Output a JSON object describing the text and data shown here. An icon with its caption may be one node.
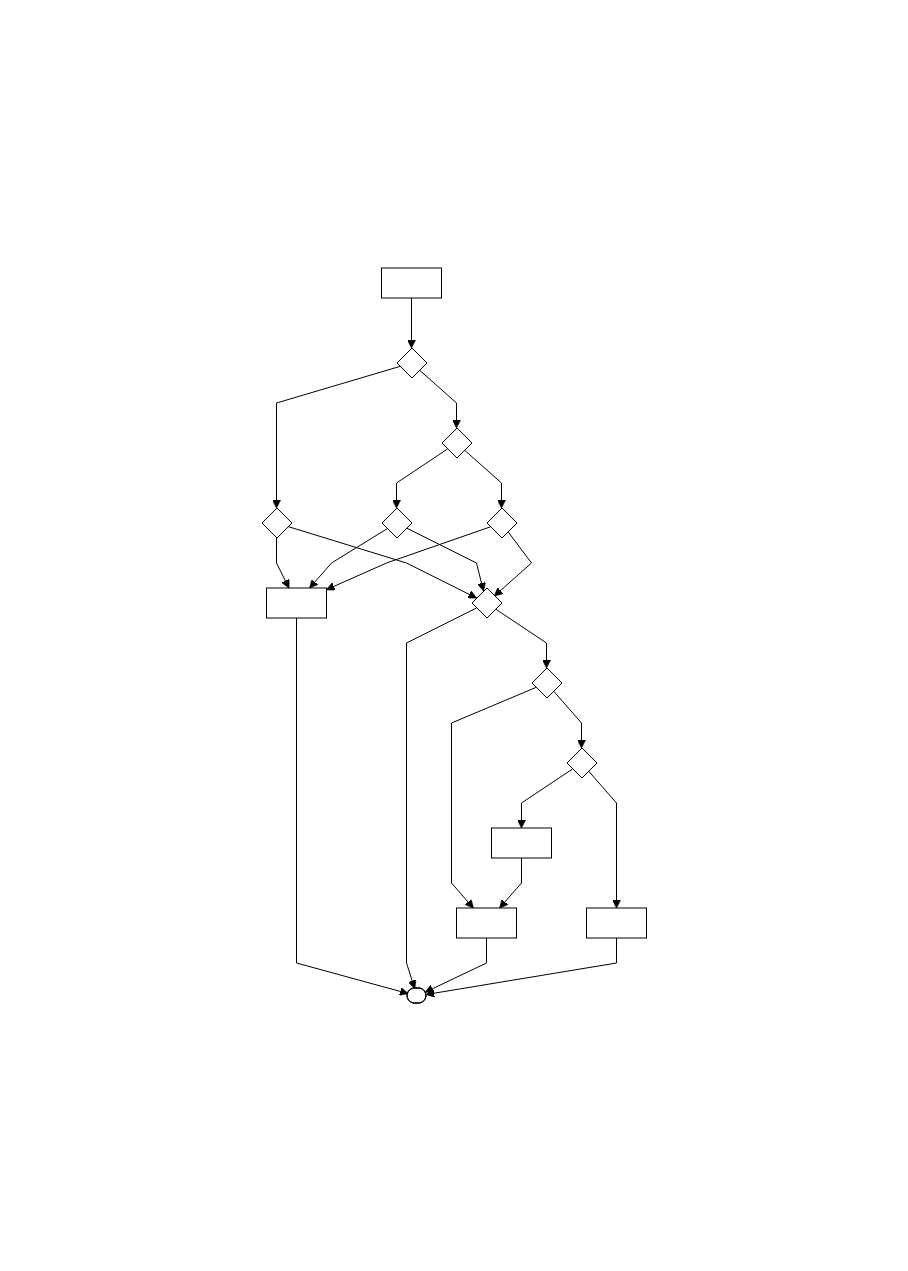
{
  "diagram": {
    "nodes": [
      {
        "text": [],
        "shape": "box"
      },
      {
        "text": [],
        "shape": "diamond"
      },
      {
        "text": [],
        "shape": "diamond"
      },
      {
        "text": [],
        "shape": "box"
      },
      {
        "text": [],
        "shape": "diamond"
      },
      {
        "text": [],
        "shape": "diamond"
      },
      {
        "text": [],
        "shape": "diamond"
      },
      {
        "text": [],
        "shape": "ellipse"
      },
      {
        "text": [],
        "shape": "diamond"
      },
      {
        "text": [],
        "shape": "diamond"
      },
      {
        "text": [],
        "shape": "box"
      },
      {
        "text": [],
        "shape": "diamond"
      },
      {
        "text": [],
        "shape": "box"
      },
      {
        "text": [],
        "shape": "box"
      }
    ],
    "edges": [
      {
        "from": 0,
        "to": 1,
        "arrow": "to"
      },
      {
        "from": 1,
        "to": 2,
        "arrow": "to"
      },
      {
        "from": 2,
        "to": 3,
        "arrow": "to"
      },
      {
        "from": 1,
        "to": 5,
        "arrow": "to"
      },
      {
        "from": 5,
        "to": 4,
        "arrow": "to"
      },
      {
        "from": 4,
        "to": 3,
        "arrow": "to"
      },
      {
        "from": 8,
        "to": 3,
        "arrow": "to"
      },
      {
        "from": 2,
        "to": 6,
        "arrow": "to"
      },
      {
        "from": 4,
        "to": 6,
        "arrow": "to"
      },
      {
        "from": 8,
        "to": 6,
        "arrow": "to"
      },
      {
        "from": 5,
        "to": 8,
        "arrow": "to"
      },
      {
        "from": 3,
        "to": 7,
        "arrow": "to"
      },
      {
        "from": 6,
        "to": 7,
        "arrow": "to"
      },
      {
        "from": 6,
        "to": 9,
        "arrow": "to"
      },
      {
        "from": 9,
        "to": 10,
        "arrow": "to"
      },
      {
        "from": 10,
        "to": 7,
        "arrow": "to"
      },
      {
        "from": 9,
        "to": 11,
        "arrow": "to"
      },
      {
        "from": 11,
        "to": 12,
        "arrow": "to"
      },
      {
        "from": 12,
        "to": 10,
        "arrow": "to"
      },
      {
        "from": 11,
        "to": 13,
        "arrow": "to"
      },
      {
        "from": 13,
        "to": 7,
        "arrow": "to"
      }
    ]
  }
}
